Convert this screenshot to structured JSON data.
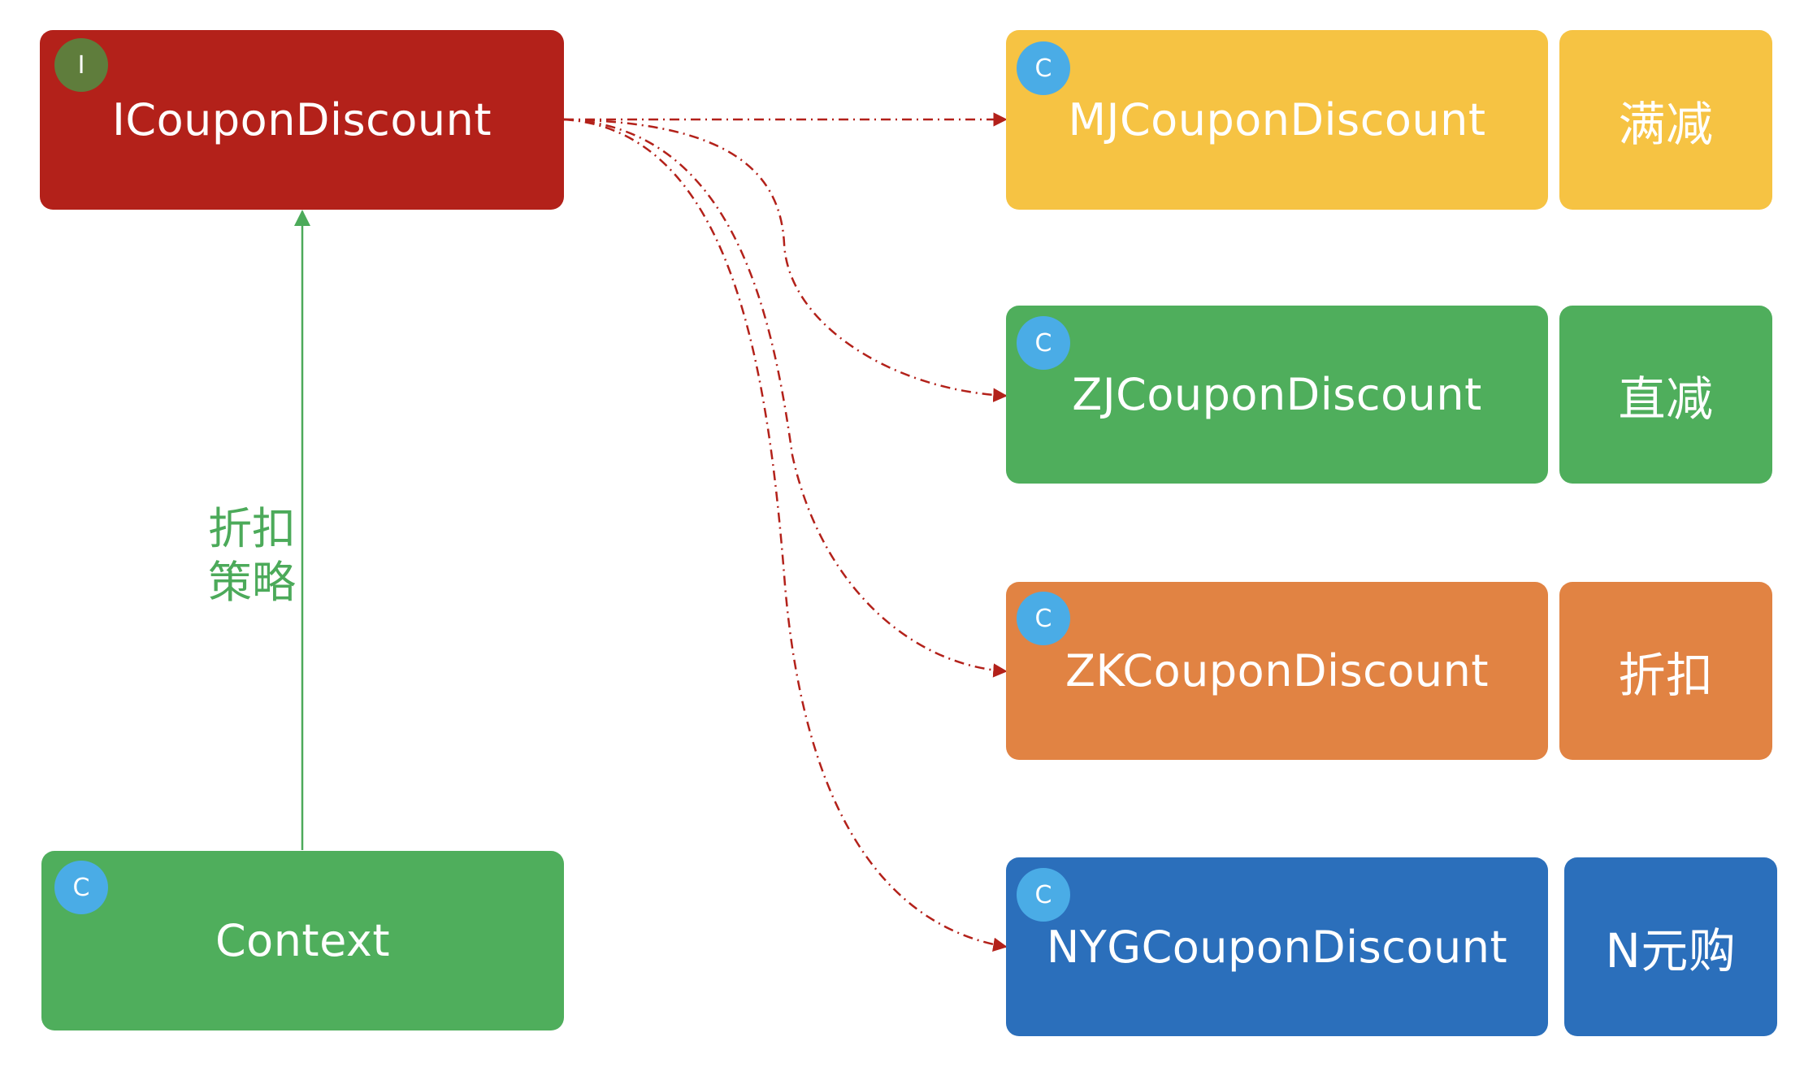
{
  "colors": {
    "interface": "#b3211a",
    "interface_badge": "#5f7d3c",
    "class_badge": "#4aace6",
    "yellow": "#f6c343",
    "green": "#4fae5c",
    "orange": "#e18343",
    "blue": "#2b6fbb",
    "realization_line": "#b3211a",
    "association_line": "#4caa5a"
  },
  "interface": {
    "badge": "I",
    "name": "ICouponDiscount"
  },
  "context": {
    "badge": "C",
    "name": "Context"
  },
  "association": {
    "label_line1": "折扣",
    "label_line2": "策略"
  },
  "implementations": [
    {
      "badge": "C",
      "name": "MJCouponDiscount",
      "tag": "满减"
    },
    {
      "badge": "C",
      "name": "ZJCouponDiscount",
      "tag": "直减"
    },
    {
      "badge": "C",
      "name": "ZKCouponDiscount",
      "tag": "折扣"
    },
    {
      "badge": "C",
      "name": "NYGCouponDiscount",
      "tag": "N元购"
    }
  ]
}
